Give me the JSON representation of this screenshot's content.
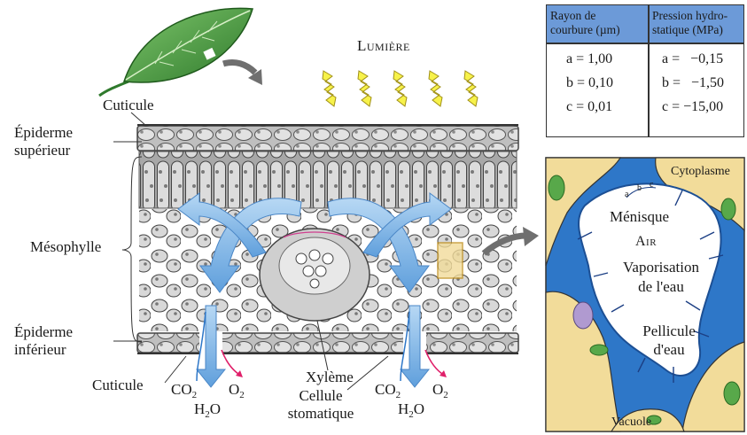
{
  "leaf_diagram": {
    "light_label": "Lumière",
    "upper_cuticle": "Cuticule",
    "upper_epidermis": [
      "Épiderme",
      "supérieur"
    ],
    "mesophyll": "Mésophylle",
    "lower_epidermis": [
      "Épiderme",
      "inférieur"
    ],
    "lower_cuticle": "Cuticule",
    "xylem": "Xylème",
    "stomatal_cell": [
      "Cellule",
      "stomatique"
    ],
    "gases_left": {
      "co2": "CO",
      "co2_sub": "2",
      "o2": "O",
      "o2_sub": "2",
      "h2o_pre": "H",
      "h2o_sub": "2",
      "h2o_post": "O"
    },
    "gases_right": {
      "co2": "CO",
      "co2_sub": "2",
      "o2": "O",
      "o2_sub": "2",
      "h2o_pre": "H",
      "h2o_sub": "2",
      "h2o_post": "O"
    }
  },
  "table": {
    "col1_header": [
      "Rayon de",
      "courbure (µm)"
    ],
    "col2_header": [
      "Pression hydro-",
      "statique (MPa)"
    ],
    "rows": [
      {
        "radius": "a = 1,00",
        "pressure": "a =   −0,15"
      },
      {
        "radius": "b = 0,10",
        "pressure": "b =   −1,50"
      },
      {
        "radius": "c = 0,01",
        "pressure": "c = −15,00"
      }
    ]
  },
  "inset": {
    "cytoplasm": "Cytoplasme",
    "meniscus": "Ménisque",
    "air": "Air",
    "vaporization": [
      "Vaporisation",
      "de l'eau"
    ],
    "water_film": [
      "Pellicule",
      "d'eau"
    ],
    "vacuole": "Vacuole",
    "radius_marks": [
      "a",
      "b",
      "c"
    ]
  },
  "colors": {
    "table_header": "#6c9ad8",
    "water_blue": "#2e77c8",
    "arrow_blue": "#8cbce6",
    "cell_yellow": "#f2dc9a",
    "cell_grey": "#d6d6d6",
    "light_yellow": "#f7f24a",
    "leaf_green": "#4a9a3c",
    "co2_pink": "#e0206a"
  }
}
